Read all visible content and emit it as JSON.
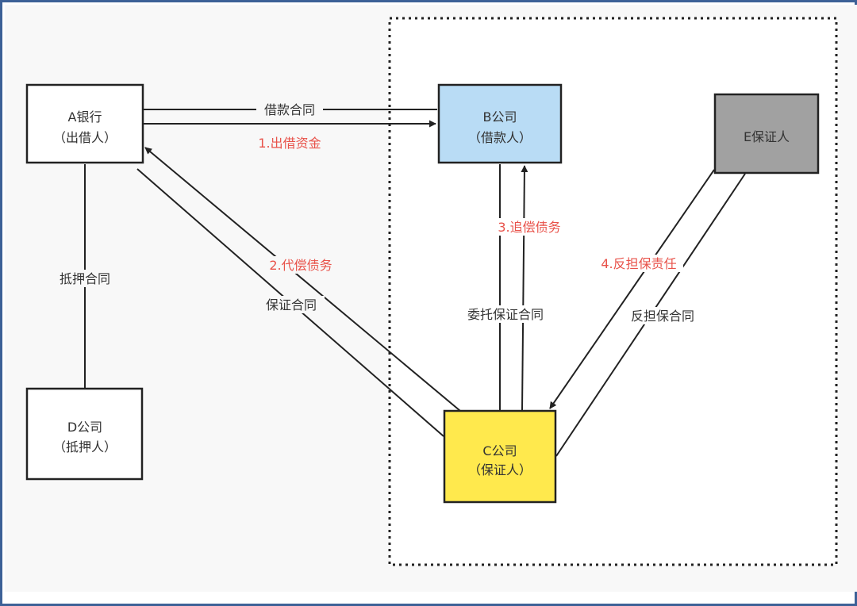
{
  "diagram": {
    "group": {
      "name": "guarantee-scope",
      "style": "dotted"
    },
    "colors": {
      "frame": "#3d6197",
      "canvas": "#f8f8f8",
      "group_fill": "#ffffff",
      "line": "#222222",
      "node_border": "#222222",
      "node_text": "#333333",
      "contract_label": "#333333",
      "step_label": "#e8524a",
      "node_A": "#ffffff",
      "node_B": "#b9dcf5",
      "node_C": "#ffe94d",
      "node_D": "#ffffff",
      "node_E": "#a1a1a1"
    },
    "nodes": {
      "A": {
        "line1": "A银行",
        "line2": "（出借人）"
      },
      "B": {
        "line1": "B公司",
        "line2": "（借款人）"
      },
      "C": {
        "line1": "C公司",
        "line2": "（保证人）"
      },
      "D": {
        "line1": "D公司",
        "line2": "（抵押人）"
      },
      "E": {
        "line1": "E保证人",
        "line2": ""
      }
    },
    "edges": {
      "loan_contract": {
        "from": "A",
        "to": "B",
        "label": "借款合同",
        "kind": "contract"
      },
      "step1": {
        "from": "A",
        "to": "B",
        "label": "1.出借资金",
        "kind": "step",
        "arrow": true
      },
      "mortgage_contract": {
        "from": "A",
        "to": "D",
        "label": "抵押合同",
        "kind": "contract"
      },
      "guarantee_contract": {
        "from": "A",
        "to": "C",
        "label": "保证合同",
        "kind": "contract"
      },
      "step2": {
        "from": "C",
        "to": "A",
        "label": "2.代偿债务",
        "kind": "step",
        "arrow": true
      },
      "entrusted_guarantee_contract": {
        "from": "B",
        "to": "C",
        "label": "委托保证合同",
        "kind": "contract"
      },
      "step3": {
        "from": "C",
        "to": "B",
        "label": "3.追偿债务",
        "kind": "step",
        "arrow": true
      },
      "step4": {
        "from": "E",
        "to": "C",
        "label": "4.反担保责任",
        "kind": "step",
        "arrow": true
      },
      "counter_guarantee_contract": {
        "from": "E",
        "to": "C",
        "label": "反担保合同",
        "kind": "contract"
      }
    }
  }
}
